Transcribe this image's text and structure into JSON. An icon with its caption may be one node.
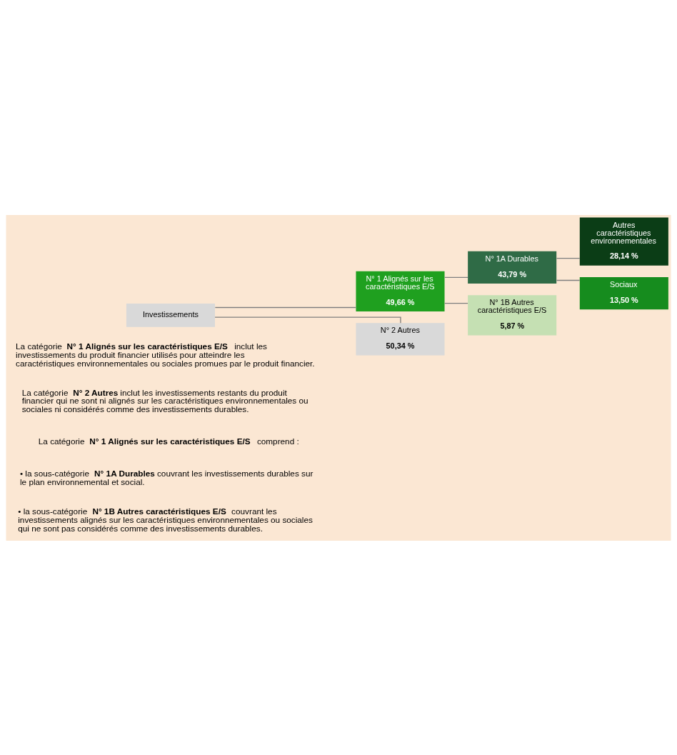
{
  "diagram": {
    "nodes": [
      {
        "text": [
          "Investissements"
        ]
      },
      {
        "text": [
          "N° 1 Alignés sur les caractéristiques E/S",
          "49,66 %"
        ]
      },
      {
        "text": [
          "N° 2 Autres",
          "50,34 %"
        ]
      },
      {
        "text": [
          "N° 1A Durables",
          "43,79 %"
        ]
      },
      {
        "text": [
          "N° 1B Autres caractéristiques E/S",
          "5,87 %"
        ]
      },
      {
        "text": [
          "Autres caractéristiques environnementales",
          "28,14 %"
        ]
      },
      {
        "text": [
          "Sociaux",
          "13,50 %"
        ]
      }
    ],
    "edges": [
      {
        "from": 0,
        "to": 1,
        "arrow": "none"
      },
      {
        "from": 0,
        "to": 2,
        "arrow": "none"
      },
      {
        "from": 1,
        "to": 3,
        "arrow": "none"
      },
      {
        "from": 1,
        "to": 4,
        "arrow": "none"
      },
      {
        "from": 3,
        "to": 5,
        "arrow": "none"
      },
      {
        "from": 3,
        "to": 6,
        "arrow": "none"
      }
    ],
    "labels": [
      "La catégorie **N° 1 Alignés sur les caractéristiques E/S** inclut les investissements du produit financier utilisés pour atteindre les caractéristiques environnementales ou sociales promues par le produit financier.",
      "La catégorie **N° 2 Autres** inclut les investissements restants du produit financier qui ne sont ni alignés sur les caractéristiques environnementales ou sociales ni considérés comme des investissements durables.",
      "La catégorie **N° 1 Alignés sur les caractéristiques E/S** comprend :",
      "• la sous-catégorie **N° 1A Durables** couvrant les investissements durables sur le plan environnemental et social.",
      "• la sous-catégorie **N° 1B Autres caractéristiques E/S** couvrant les investissements alignés sur les caractéristiques environnementales ou sociales qui ne sont pas considérés comme des investissements durables."
    ]
  }
}
